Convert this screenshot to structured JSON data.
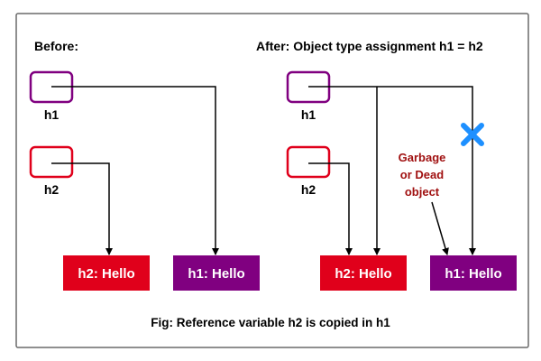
{
  "before": {
    "title": "Before:",
    "h1_label": "h1",
    "h2_label": "h2",
    "obj_h2": "h2: Hello",
    "obj_h1": "h1: Hello"
  },
  "after": {
    "title": "After: Object type assignment h1 = h2",
    "h1_label": "h1",
    "h2_label": "h2",
    "obj_h2": "h2: Hello",
    "obj_h1": "h1: Hello",
    "garbage_line1": "Garbage",
    "garbage_line2": "or Dead",
    "garbage_line3": "object"
  },
  "caption": "Fig: Reference variable h2 is copied in h1",
  "colors": {
    "purple": "#800080",
    "red": "#e0001b",
    "garbage_text": "#a01010",
    "cross": "#1e90ff",
    "frame": "#6a6a6a"
  }
}
